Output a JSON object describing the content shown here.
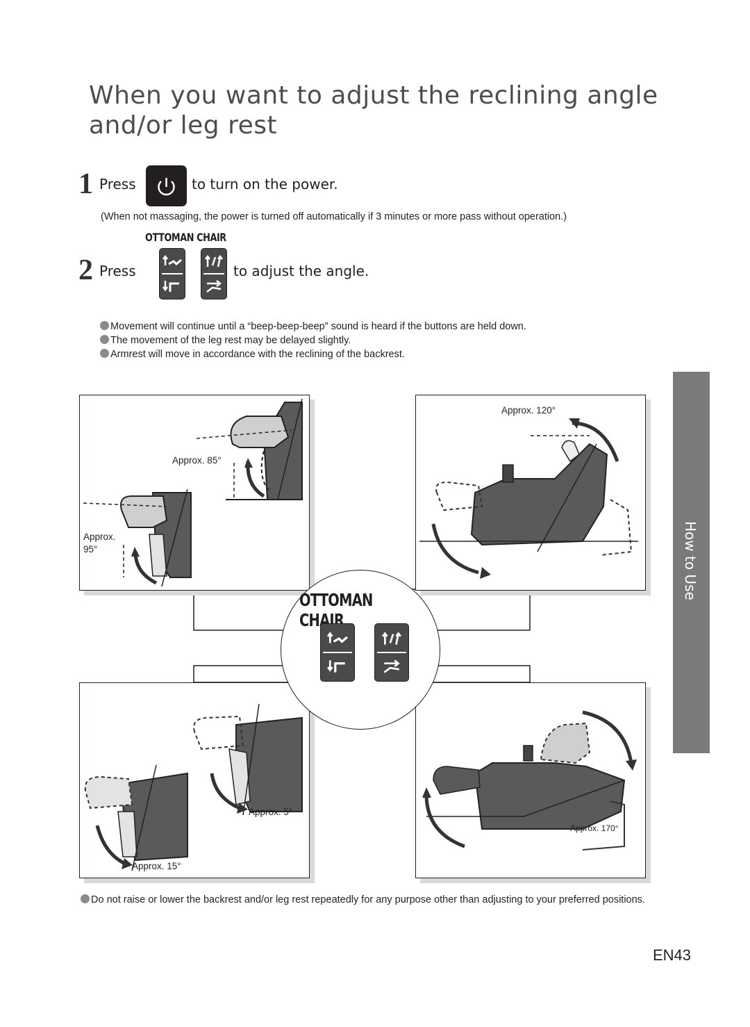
{
  "title": "When you want to adjust the reclining angle and/or leg rest",
  "step1": {
    "number": "1",
    "press": "Press",
    "rest": "to turn on the power.",
    "note": "(When not massaging, the power is turned off automatically if 3 minutes or more pass without operation.)",
    "button_icon": "power-icon"
  },
  "step2": {
    "number": "2",
    "header": "OTTOMAN CHAIR",
    "press": "Press",
    "rest": "to adjust the angle."
  },
  "bullets": [
    "Movement will continue until a “beep-beep-beep” sound is heard if the buttons are held down.",
    "The movement of the leg rest may be delayed slightly.",
    "Armrest will move in accordance with the reclining of the backrest."
  ],
  "panels": {
    "top_left": {
      "approx1": "Approx. 85°",
      "approx2a": "Approx.",
      "approx2b": "95°"
    },
    "top_right": {
      "approx": "Approx. 120°"
    },
    "bottom_left": {
      "approx1": "Approx. 5°",
      "approx2": "Approx. 15°"
    },
    "bottom_right": {
      "approx": "Approx. 170°"
    }
  },
  "center": {
    "label": "OTTOMAN CHAIR"
  },
  "footer_note": "Do not raise or lower the backrest and/or leg rest repeatedly for any purpose other than adjusting to your preferred positions.",
  "side_tab": "How to Use",
  "page_number": "EN43",
  "colors": {
    "tab": "#7a7a7a",
    "button": "#231f20",
    "chair": "#5a5a5a"
  }
}
